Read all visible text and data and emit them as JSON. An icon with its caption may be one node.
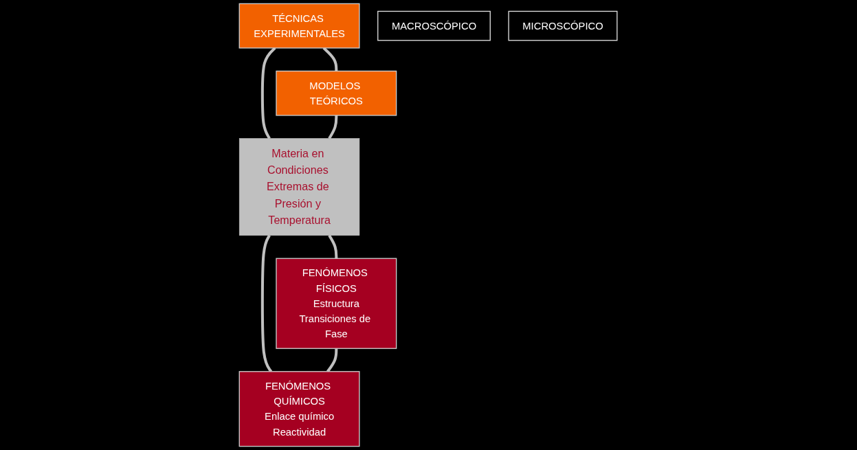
{
  "diagram": {
    "nodes": [
      {
        "text": [
          "TÉCNICAS EXPERIMENTALES"
        ]
      },
      {
        "text": [
          "MODELOS TEÓRICOS"
        ]
      },
      {
        "text": [
          "MACROSCÓPICO"
        ]
      },
      {
        "text": [
          "MICROSCÓPICO"
        ]
      },
      {
        "text": [
          "Materia en Condiciones Extremas de Presión y Temperatura"
        ]
      },
      {
        "text": [
          "FENÓMENOS FÍSICOS",
          "Estructura",
          "Transiciones de Fase"
        ]
      },
      {
        "text": [
          "FENÓMENOS QUÍMICOS",
          "Enlace químico",
          "Reactividad"
        ]
      }
    ],
    "edges": [
      {
        "from": 0,
        "to": 1,
        "arrow": "none"
      },
      {
        "from": 0,
        "to": 4,
        "arrow": "none"
      },
      {
        "from": 1,
        "to": 4,
        "arrow": "none"
      },
      {
        "from": 4,
        "to": 5,
        "arrow": "none"
      },
      {
        "from": 4,
        "to": 6,
        "arrow": "none"
      },
      {
        "from": 5,
        "to": 6,
        "arrow": "none"
      }
    ]
  }
}
